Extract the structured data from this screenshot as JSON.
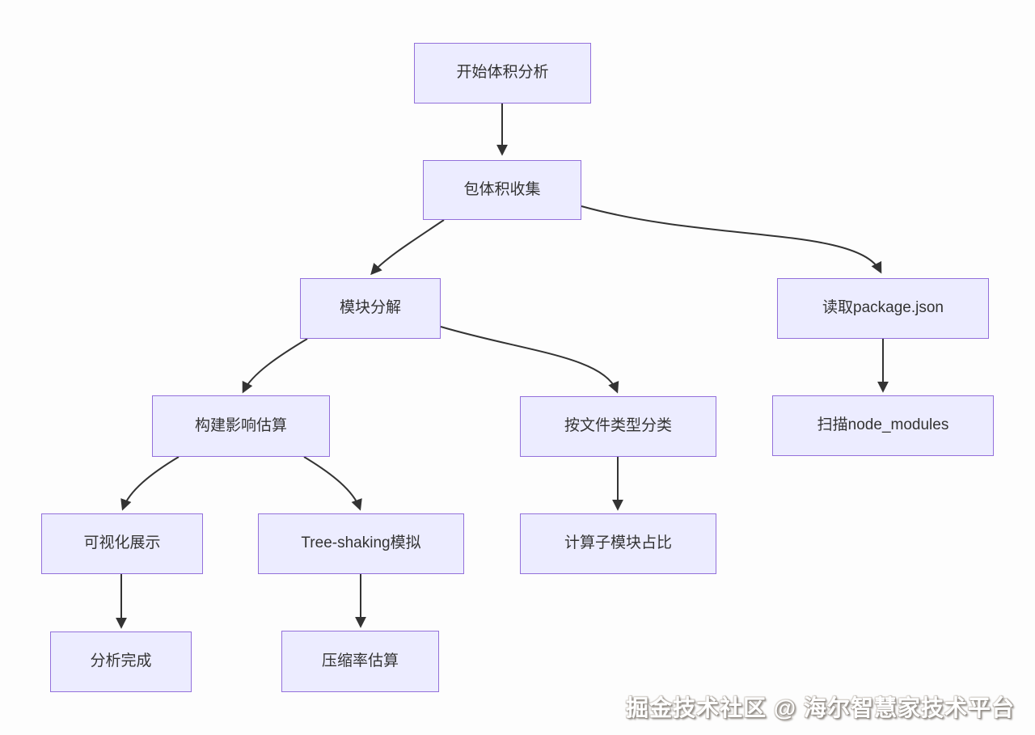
{
  "diagram": {
    "type": "flowchart",
    "direction": "top-down",
    "nodes": [
      {
        "id": "start",
        "label": "开始体积分析"
      },
      {
        "id": "collect",
        "label": "包体积收集"
      },
      {
        "id": "decompose",
        "label": "模块分解"
      },
      {
        "id": "read-package",
        "label": "读取package.json"
      },
      {
        "id": "build-impact",
        "label": "构建影响估算"
      },
      {
        "id": "classify",
        "label": "按文件类型分类"
      },
      {
        "id": "scan-modules",
        "label": "扫描node_modules"
      },
      {
        "id": "visualize",
        "label": "可视化展示"
      },
      {
        "id": "tree-shaking",
        "label": "Tree-shaking模拟"
      },
      {
        "id": "submodule-ratio",
        "label": "计算子模块占比"
      },
      {
        "id": "done",
        "label": "分析完成"
      },
      {
        "id": "compress-rate",
        "label": "压缩率估算"
      }
    ],
    "edges": [
      {
        "from": "开始体积分析",
        "to": "包体积收集"
      },
      {
        "from": "包体积收集",
        "to": "模块分解"
      },
      {
        "from": "包体积收集",
        "to": "读取package.json"
      },
      {
        "from": "模块分解",
        "to": "构建影响估算"
      },
      {
        "from": "模块分解",
        "to": "按文件类型分类"
      },
      {
        "from": "读取package.json",
        "to": "扫描node_modules"
      },
      {
        "from": "构建影响估算",
        "to": "可视化展示"
      },
      {
        "from": "构建影响估算",
        "to": "Tree-shaking模拟"
      },
      {
        "from": "按文件类型分类",
        "to": "计算子模块占比"
      },
      {
        "from": "可视化展示",
        "to": "分析完成"
      },
      {
        "from": "Tree-shaking模拟",
        "to": "压缩率估算"
      }
    ],
    "colors": {
      "node_fill": "#ECECFF",
      "node_border": "#9370DB",
      "node_text": "#333333",
      "edge": "#333333",
      "background": "#FDFDFD"
    }
  },
  "watermark": {
    "text": "掘金技术社区 @ 海尔智慧家技术平台"
  }
}
